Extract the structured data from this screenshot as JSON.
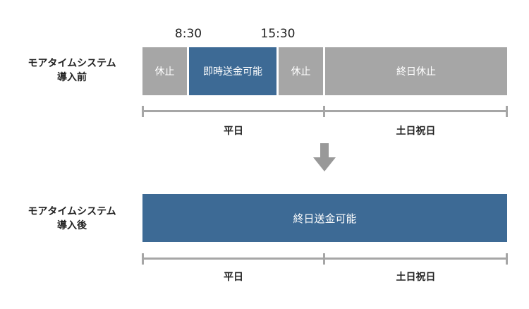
{
  "before": {
    "label_line1": "モアタイムシステム",
    "label_line2": "導入前",
    "time_start": "8:30",
    "time_end": "15:30",
    "segments": [
      {
        "label": "休止",
        "type": "closed"
      },
      {
        "label": "即時送金可能",
        "type": "available"
      },
      {
        "label": "休止",
        "type": "closed"
      },
      {
        "label": "終日休止",
        "type": "closed"
      }
    ],
    "weekday_label": "平日",
    "weekend_label": "土日祝日"
  },
  "after": {
    "label_line1": "モアタイムシステム",
    "label_line2": "導入後",
    "bar_label": "終日送金可能",
    "weekday_label": "平日",
    "weekend_label": "土日祝日"
  },
  "colors": {
    "closed": "#a6a6a6",
    "available": "#3d6a95",
    "arrow": "#999999"
  },
  "icons": {
    "transition": "down-arrow-icon"
  }
}
